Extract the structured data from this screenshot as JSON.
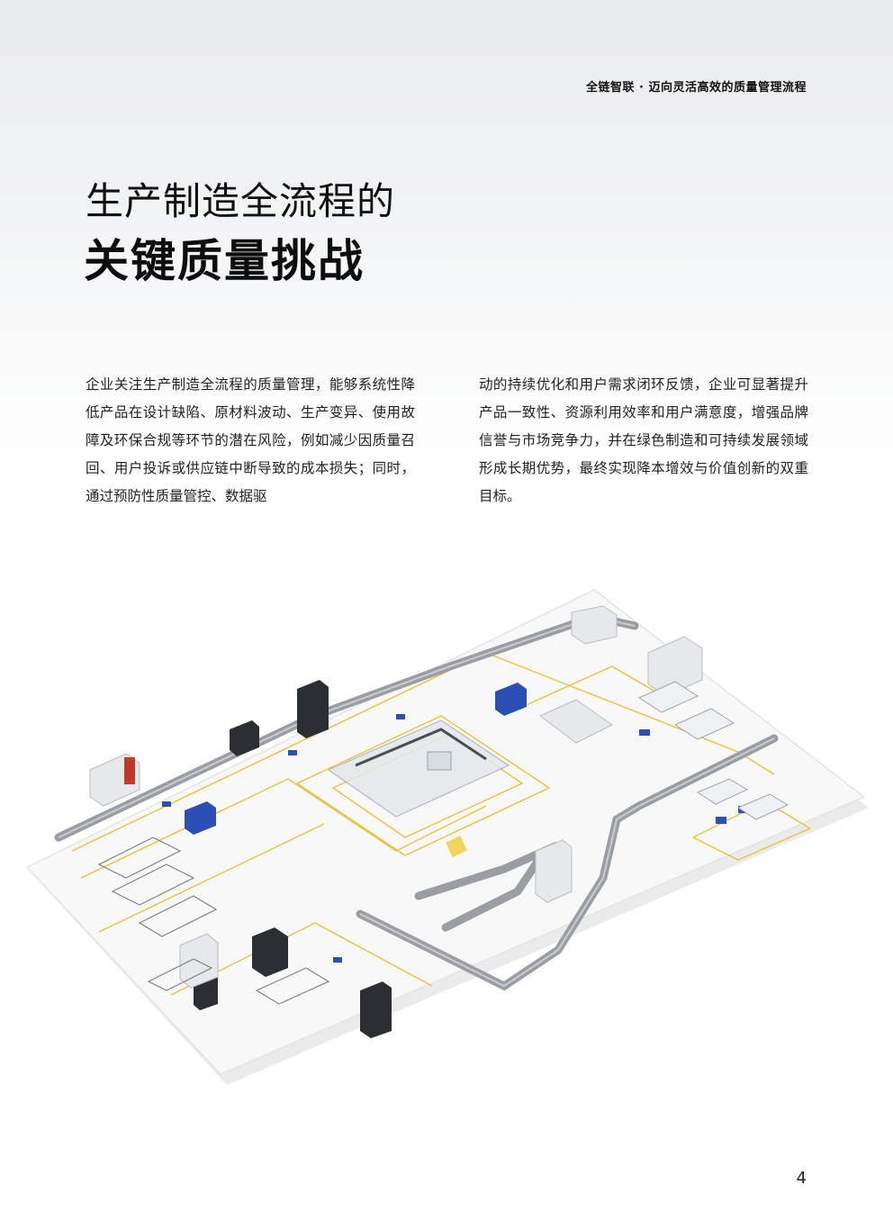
{
  "header": {
    "tagline": "全链智联 · 迈向灵活高效的质量管理流程"
  },
  "title": {
    "line1": "生产制造全流程的",
    "line2": "关键质量挑战"
  },
  "body": {
    "left": "企业关注生产制造全流程的质量管理，能够系统性降低产品在设计缺陷、原材料波动、生产变异、使用故障及环保合规等环节的潜在风险，例如减少因质量召回、用户投诉或供应链中断导致的成本损失；同时，通过预防性质量管控、数据驱",
    "right": "动的持续优化和用户需求闭环反馈，企业可显著提升产品一致性、资源利用效率和用户满意度，增强品牌信誉与市场竞争力，并在绿色制造和可持续发展领域形成长期优势，最终实现降本增效与价值创新的双重目标。"
  },
  "colors": {
    "floor": "#f7f7f7",
    "floor_edge": "#e2e2e2",
    "conveyor": "#9a9ea3",
    "safety_line": "#e7c33a",
    "machine_dark": "#2b2e33",
    "machine_light": "#e6e8eb",
    "accent_blue": "#2a4fb5",
    "accent_red": "#c0392b"
  },
  "footer": {
    "page_number": "4"
  }
}
